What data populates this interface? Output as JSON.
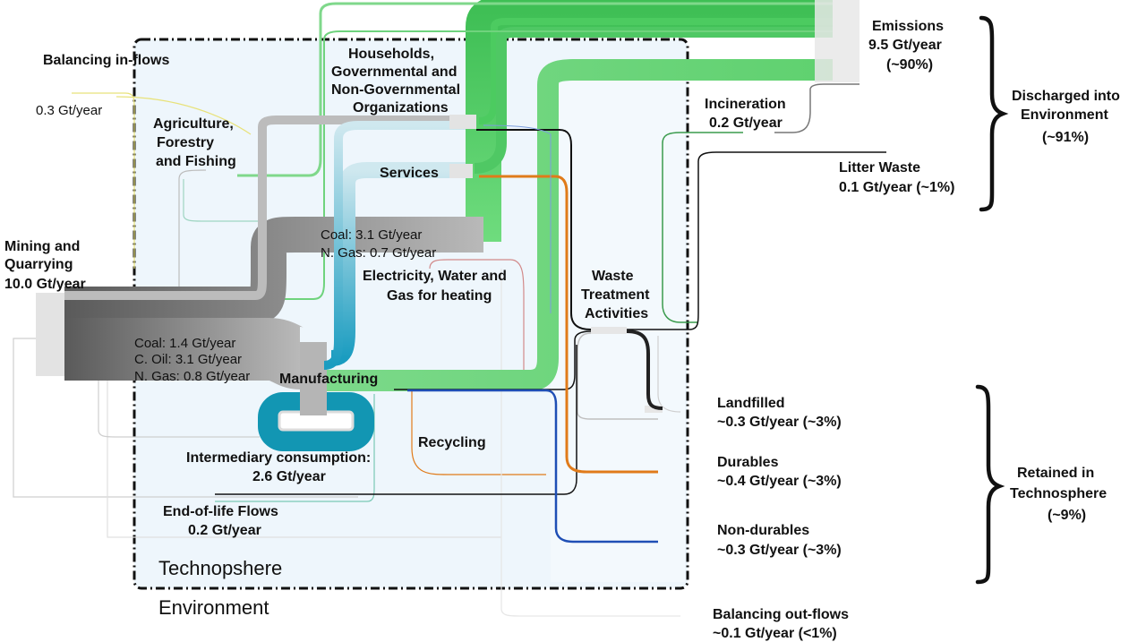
{
  "colors": {
    "mining": "#7a7a7a",
    "services_flow": "#2aa7c4",
    "emissions_flow": "#5fd16f",
    "intermediary": "#1296b3",
    "waste": "#111111",
    "durables": "#e07b1a",
    "non_durables": "#1f4fb5",
    "technosphere_bg": "#eef6fc"
  },
  "labels": {
    "balancing_inflows_name": "Balancing in-flows",
    "balancing_inflows_value": "0.3 Gt/year",
    "mining_name": "Mining and Quarrying",
    "mining_value": "10.0 Gt/year",
    "agriculture": "Agriculture, Forestry and Fishing",
    "households": "Households, Governmental and Non-Governmental Organizations",
    "services": "Services",
    "coal_to_electricity": "Coal: 3.1 Gt/year",
    "gas_to_electricity": "N. Gas: 0.7 Gt/year",
    "electricity": "Electricity, Water and Gas for heating",
    "waste_treatment": "Waste Treatment Activities",
    "coal_to_manufacturing": "Coal: 1.4 Gt/year",
    "oil_to_manufacturing": "C. Oil: 3.1 Gt/year",
    "gas_to_manufacturing": "N. Gas: 0.8 Gt/year",
    "manufacturing": "Manufacturing",
    "recycling": "Recycling",
    "intermediary_name": "Intermediary consumption:",
    "intermediary_value": "2.6 Gt/year",
    "end_of_life_name": "End-of-life Flows",
    "end_of_life_value": "0.2 Gt/year",
    "technosphere": "Technopshere",
    "environment": "Environment",
    "emissions_name": "Emissions",
    "emissions_value": "9.5 Gt/year",
    "emissions_share": "(~90%)",
    "incineration_name": "Incineration",
    "incineration_value": "0.2 Gt/year",
    "litter_name": "Litter Waste",
    "litter_value": "0.1 Gt/year (~1%)",
    "discharged_name": "Discharged into Environment",
    "discharged_share": "(~91%)",
    "landfilled_name": "Landfilled",
    "landfilled_value": "~0.3 Gt/year (~3%)",
    "durables_name": "Durables",
    "durables_value": "~0.4 Gt/year (~3%)",
    "non_durables_name": "Non-durables",
    "non_durables_value": "~0.3 Gt/year (~3%)",
    "retained_name": "Retained in Technosphere",
    "retained_share": "(~9%)",
    "balancing_outflows_name": "Balancing out-flows",
    "balancing_outflows_value": "~0.1 Gt/year (<1%)"
  }
}
